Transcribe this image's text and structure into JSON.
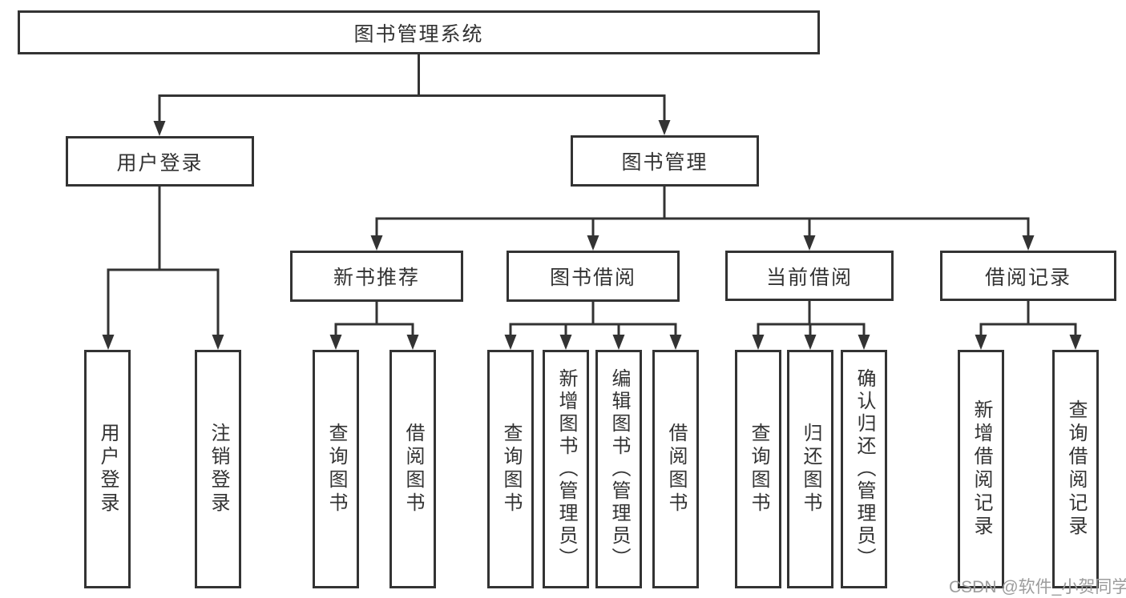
{
  "diagram": {
    "title": "图书管理系统",
    "line_color": "#333333",
    "box_background": "#ffffff",
    "root": {
      "label": "图书管理系统",
      "children": [
        {
          "label": "用户登录",
          "children": [
            {
              "label": "用户登录"
            },
            {
              "label": "注销登录"
            }
          ]
        },
        {
          "label": "图书管理",
          "children": [
            {
              "label": "新书推荐",
              "children": [
                {
                  "label": "查询图书"
                },
                {
                  "label": "借阅图书"
                }
              ]
            },
            {
              "label": "图书借阅",
              "children": [
                {
                  "label": "查询图书"
                },
                {
                  "label": "新增图书（管理员）"
                },
                {
                  "label": "编辑图书（管理员）"
                },
                {
                  "label": "借阅图书"
                }
              ]
            },
            {
              "label": "当前借阅",
              "children": [
                {
                  "label": "查询图书"
                },
                {
                  "label": "归还图书"
                },
                {
                  "label": "确认归还（管理员）"
                }
              ]
            },
            {
              "label": "借阅记录",
              "children": [
                {
                  "label": "新增借阅记录"
                },
                {
                  "label": "查询借阅记录"
                }
              ]
            }
          ]
        }
      ]
    }
  },
  "watermark": {
    "text": "CSDN @软件_小贺同学",
    "color": "#9c9c9c"
  }
}
